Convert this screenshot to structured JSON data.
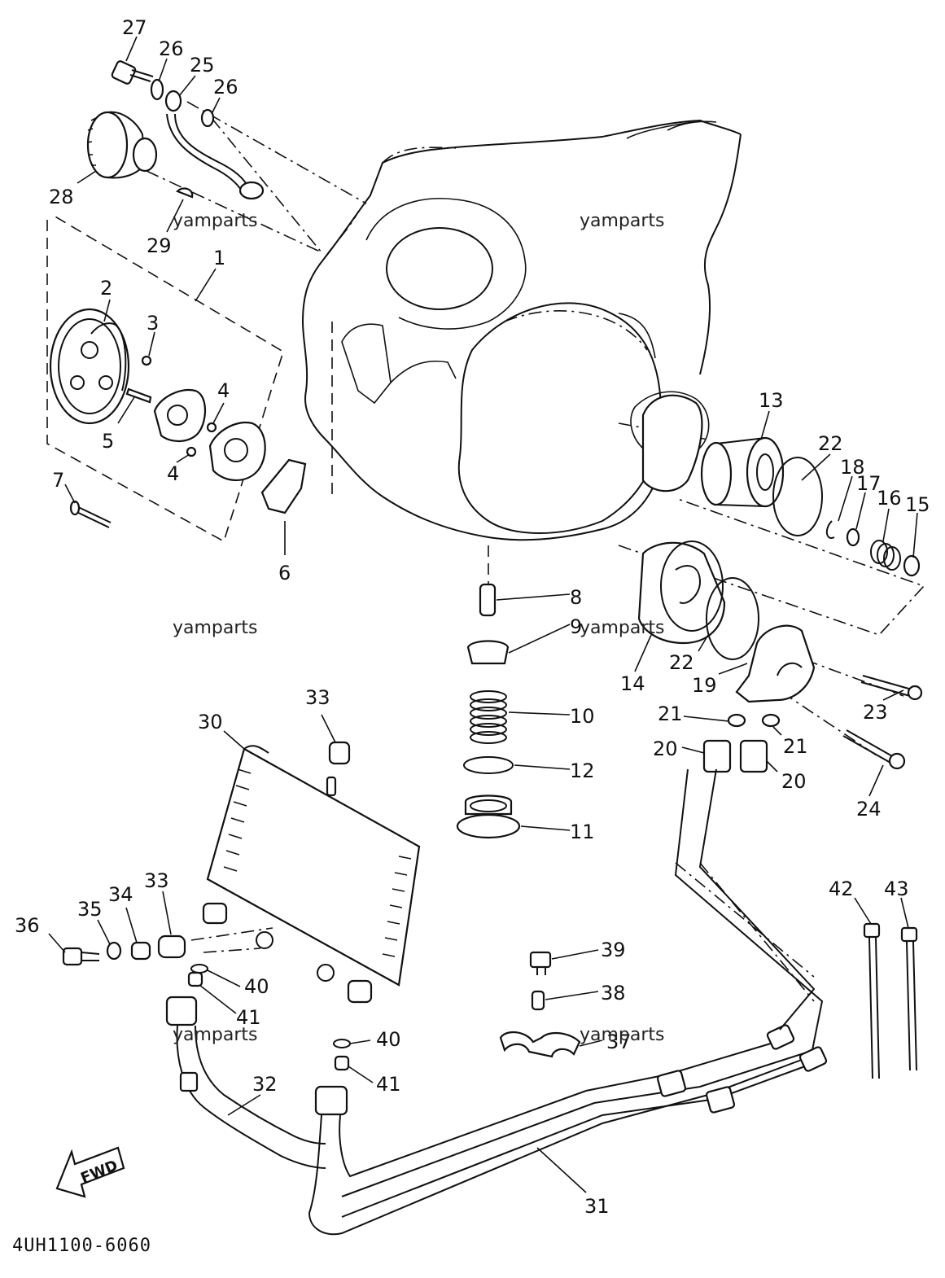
{
  "diagram_code": "4UH1100-6060",
  "fwd_arrow_label": "FWD",
  "watermarks": [
    "yamparts",
    "yamparts",
    "yamparts",
    "yamparts",
    "yamparts",
    "yamparts"
  ],
  "callouts": [
    {
      "id": "27",
      "text": "27"
    },
    {
      "id": "26a",
      "text": "26"
    },
    {
      "id": "25",
      "text": "25"
    },
    {
      "id": "26b",
      "text": "26"
    },
    {
      "id": "28",
      "text": "28"
    },
    {
      "id": "29",
      "text": "29"
    },
    {
      "id": "1",
      "text": "1"
    },
    {
      "id": "2",
      "text": "2"
    },
    {
      "id": "3",
      "text": "3"
    },
    {
      "id": "4a",
      "text": "4"
    },
    {
      "id": "4b",
      "text": "4"
    },
    {
      "id": "5",
      "text": "5"
    },
    {
      "id": "7",
      "text": "7"
    },
    {
      "id": "6",
      "text": "6"
    },
    {
      "id": "13",
      "text": "13"
    },
    {
      "id": "22a",
      "text": "22"
    },
    {
      "id": "18",
      "text": "18"
    },
    {
      "id": "17",
      "text": "17"
    },
    {
      "id": "16",
      "text": "16"
    },
    {
      "id": "15",
      "text": "15"
    },
    {
      "id": "8",
      "text": "8"
    },
    {
      "id": "9",
      "text": "9"
    },
    {
      "id": "14",
      "text": "14"
    },
    {
      "id": "22b",
      "text": "22"
    },
    {
      "id": "19",
      "text": "19"
    },
    {
      "id": "23",
      "text": "23"
    },
    {
      "id": "10",
      "text": "10"
    },
    {
      "id": "21a",
      "text": "21"
    },
    {
      "id": "21b",
      "text": "21"
    },
    {
      "id": "20a",
      "text": "20"
    },
    {
      "id": "20b",
      "text": "20"
    },
    {
      "id": "24",
      "text": "24"
    },
    {
      "id": "12",
      "text": "12"
    },
    {
      "id": "11",
      "text": "11"
    },
    {
      "id": "33a",
      "text": "33"
    },
    {
      "id": "30",
      "text": "30"
    },
    {
      "id": "33b",
      "text": "33"
    },
    {
      "id": "34",
      "text": "34"
    },
    {
      "id": "35",
      "text": "35"
    },
    {
      "id": "36",
      "text": "36"
    },
    {
      "id": "40a",
      "text": "40"
    },
    {
      "id": "41a",
      "text": "41"
    },
    {
      "id": "40b",
      "text": "40"
    },
    {
      "id": "41b",
      "text": "41"
    },
    {
      "id": "32",
      "text": "32"
    },
    {
      "id": "31",
      "text": "31"
    },
    {
      "id": "39",
      "text": "39"
    },
    {
      "id": "38",
      "text": "38"
    },
    {
      "id": "37",
      "text": "37"
    },
    {
      "id": "42",
      "text": "42"
    },
    {
      "id": "43",
      "text": "43"
    }
  ]
}
